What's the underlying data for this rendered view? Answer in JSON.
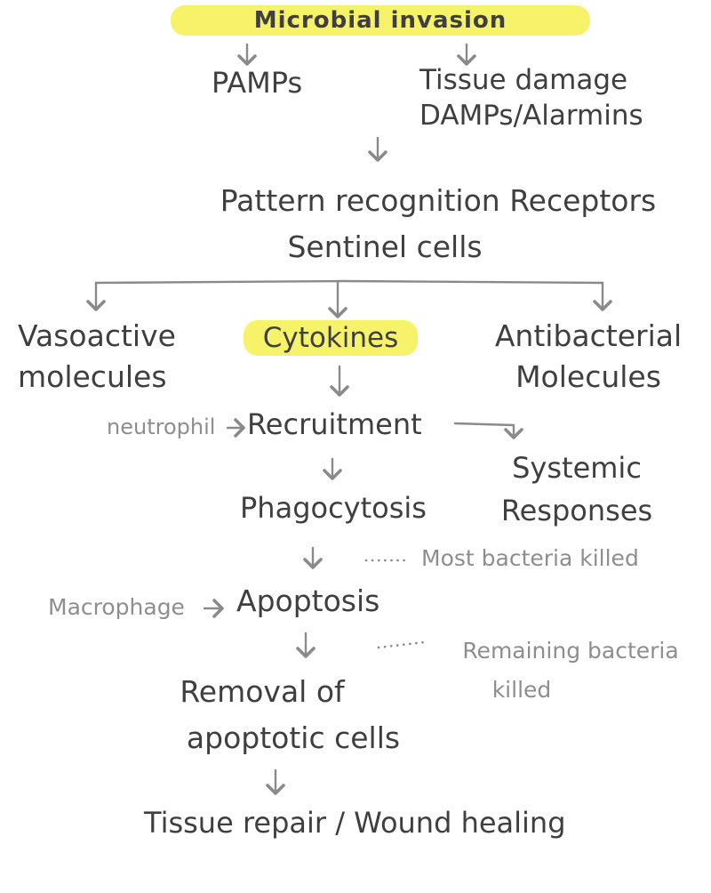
{
  "nodes": {
    "microbial_invasion": "Microbial invasion",
    "pamps": "PAMPs",
    "tissue_damage": [
      "Tissue damage",
      "DAMPs/Alarmins"
    ],
    "prr": [
      "Pattern recognition Receptors",
      "Sentinel cells"
    ],
    "vasoactive": [
      "Vasoactive",
      "molecules"
    ],
    "cytokines": "Cytokines",
    "antibacterial": [
      "Antibacterial",
      "Molecules"
    ],
    "recruitment": "Recruitment",
    "neutrophil": "neutrophil",
    "systemic": [
      "Systemic",
      "Responses"
    ],
    "phagocytosis": "Phagocytosis",
    "most_killed": "Most bacteria killed",
    "apoptosis": "Apoptosis",
    "macrophage": "Macrophage",
    "remaining_killed": [
      "Remaining bacteria",
      "killed"
    ],
    "removal": [
      "Removal of",
      "apoptotic cells"
    ],
    "repair": "Tissue repair / Wound healing"
  },
  "colors": {
    "highlight": "#f6f26a",
    "text": "#3f3f3f",
    "side_text": "#8e8e8e",
    "arrow": "#8a8a8a"
  }
}
